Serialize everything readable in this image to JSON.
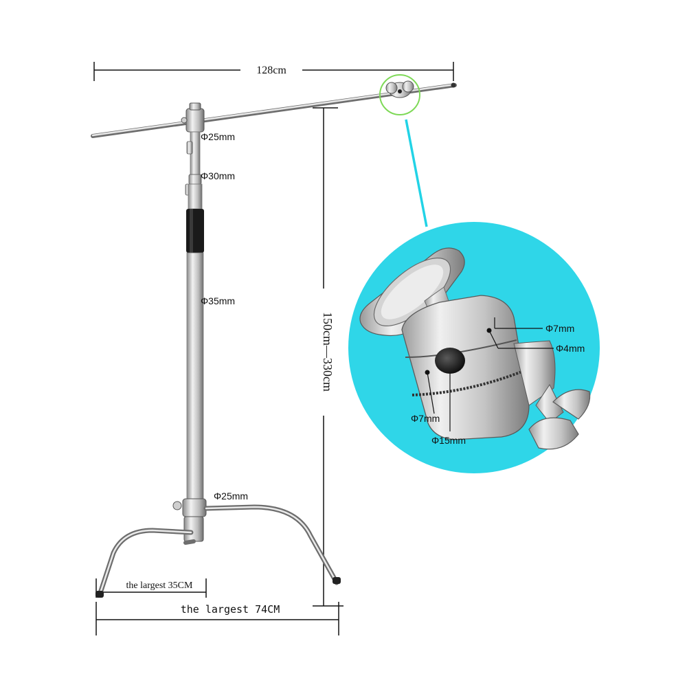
{
  "colors": {
    "background": "#ffffff",
    "callout_circle": "#2fd6e8",
    "callout_connector": "#22d3e6",
    "highlight_ring": "#7ed957",
    "dimension_line": "#111111",
    "steel_light": "#e6e6e6",
    "steel_dark": "#7a7a7a",
    "grip": "#1a1a1a"
  },
  "dimensions": {
    "arm_length": "128cm",
    "height_range": "150cm—330cm",
    "base_small": "the largest 35CM",
    "base_large": "the largest 74CM"
  },
  "tube_diameters": {
    "top": "Φ25mm",
    "upper": "Φ30mm",
    "main": "Φ35mm",
    "base": "Φ25mm"
  },
  "grip_head_detail": {
    "hole_top": "Φ7mm",
    "hole_small": "Φ4mm",
    "hole_side": "Φ7mm",
    "hole_large": "Φ15mm"
  },
  "icons": {
    "grip_head": "grip-head-icon",
    "c_stand": "c-stand-icon"
  }
}
